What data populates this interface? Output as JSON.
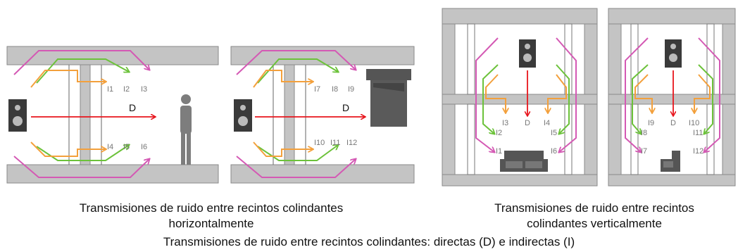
{
  "colors": {
    "wall": "#c4c4c4",
    "wall_edge": "#8a8a8a",
    "direct": "#e8141c",
    "flank_magenta": "#d459b4",
    "flank_green": "#6cc23a",
    "flank_orange": "#f3a03c",
    "label": "#7a7a7a"
  },
  "captions": {
    "horizontal_line1": "Transmisiones de ruido entre recintos colindantes",
    "horizontal_line2": "horizontalmente",
    "vertical_line1": "Transmisiones de ruido entre recintos",
    "vertical_line2": "colindantes verticalmente",
    "main": "Transmisiones de ruido entre recintos colindantes: directas (D) e indirectas (I)"
  },
  "panels": {
    "h1": {
      "top": [
        "I1",
        "I2",
        "I3"
      ],
      "bottom": [
        "I4",
        "I5",
        "I6"
      ],
      "direct": "D",
      "receiver": "person-icon"
    },
    "h2": {
      "top": [
        "I7",
        "I8",
        "I9"
      ],
      "bottom": [
        "I10",
        "I11",
        "I12"
      ],
      "direct": "D",
      "receiver": "machine-icon"
    },
    "v1": {
      "center": [
        "I3",
        "D",
        "I4"
      ],
      "left": [
        "I2",
        "I1"
      ],
      "right": [
        "I5",
        "I6"
      ],
      "receiver": "sofa-icon"
    },
    "v2": {
      "center": [
        "I9",
        "D",
        "I10"
      ],
      "left": [
        "I8",
        "I7"
      ],
      "right": [
        "I11",
        "I12"
      ],
      "receiver": "armchair-icon"
    }
  }
}
